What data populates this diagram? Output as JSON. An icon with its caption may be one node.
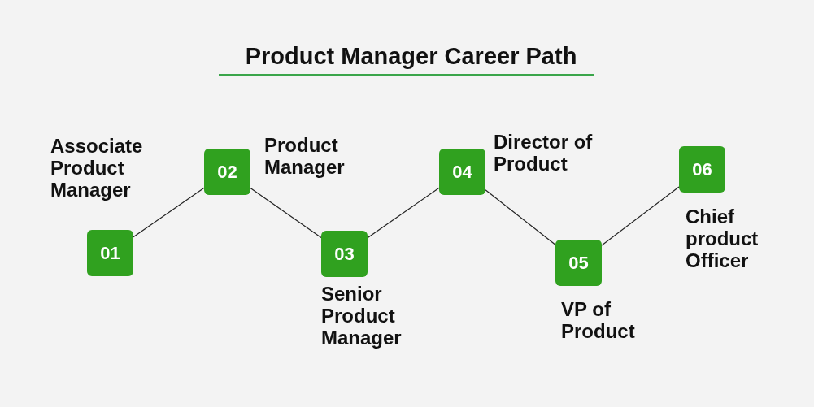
{
  "diagram": {
    "title": "Product Manager Career Path",
    "nodes": [
      {
        "text": [
          "01"
        ],
        "beside": [
          "Associate Product Manager"
        ]
      },
      {
        "text": [
          "02"
        ],
        "beside": [
          "Product Manager"
        ]
      },
      {
        "text": [
          "03"
        ],
        "beside": [
          "Senior Product Manager"
        ]
      },
      {
        "text": [
          "04"
        ],
        "beside": [
          "Director of Product"
        ]
      },
      {
        "text": [
          "05"
        ],
        "beside": [
          "VP of Product"
        ]
      },
      {
        "text": [
          "06"
        ],
        "beside": [
          "Chief product Officer"
        ]
      }
    ],
    "edges": [
      {
        "from": 0,
        "to": 1,
        "arrow": "none"
      },
      {
        "from": 1,
        "to": 2,
        "arrow": "none"
      },
      {
        "from": 2,
        "to": 3,
        "arrow": "none"
      },
      {
        "from": 3,
        "to": 4,
        "arrow": "none"
      },
      {
        "from": 4,
        "to": 5,
        "arrow": "none"
      }
    ]
  }
}
